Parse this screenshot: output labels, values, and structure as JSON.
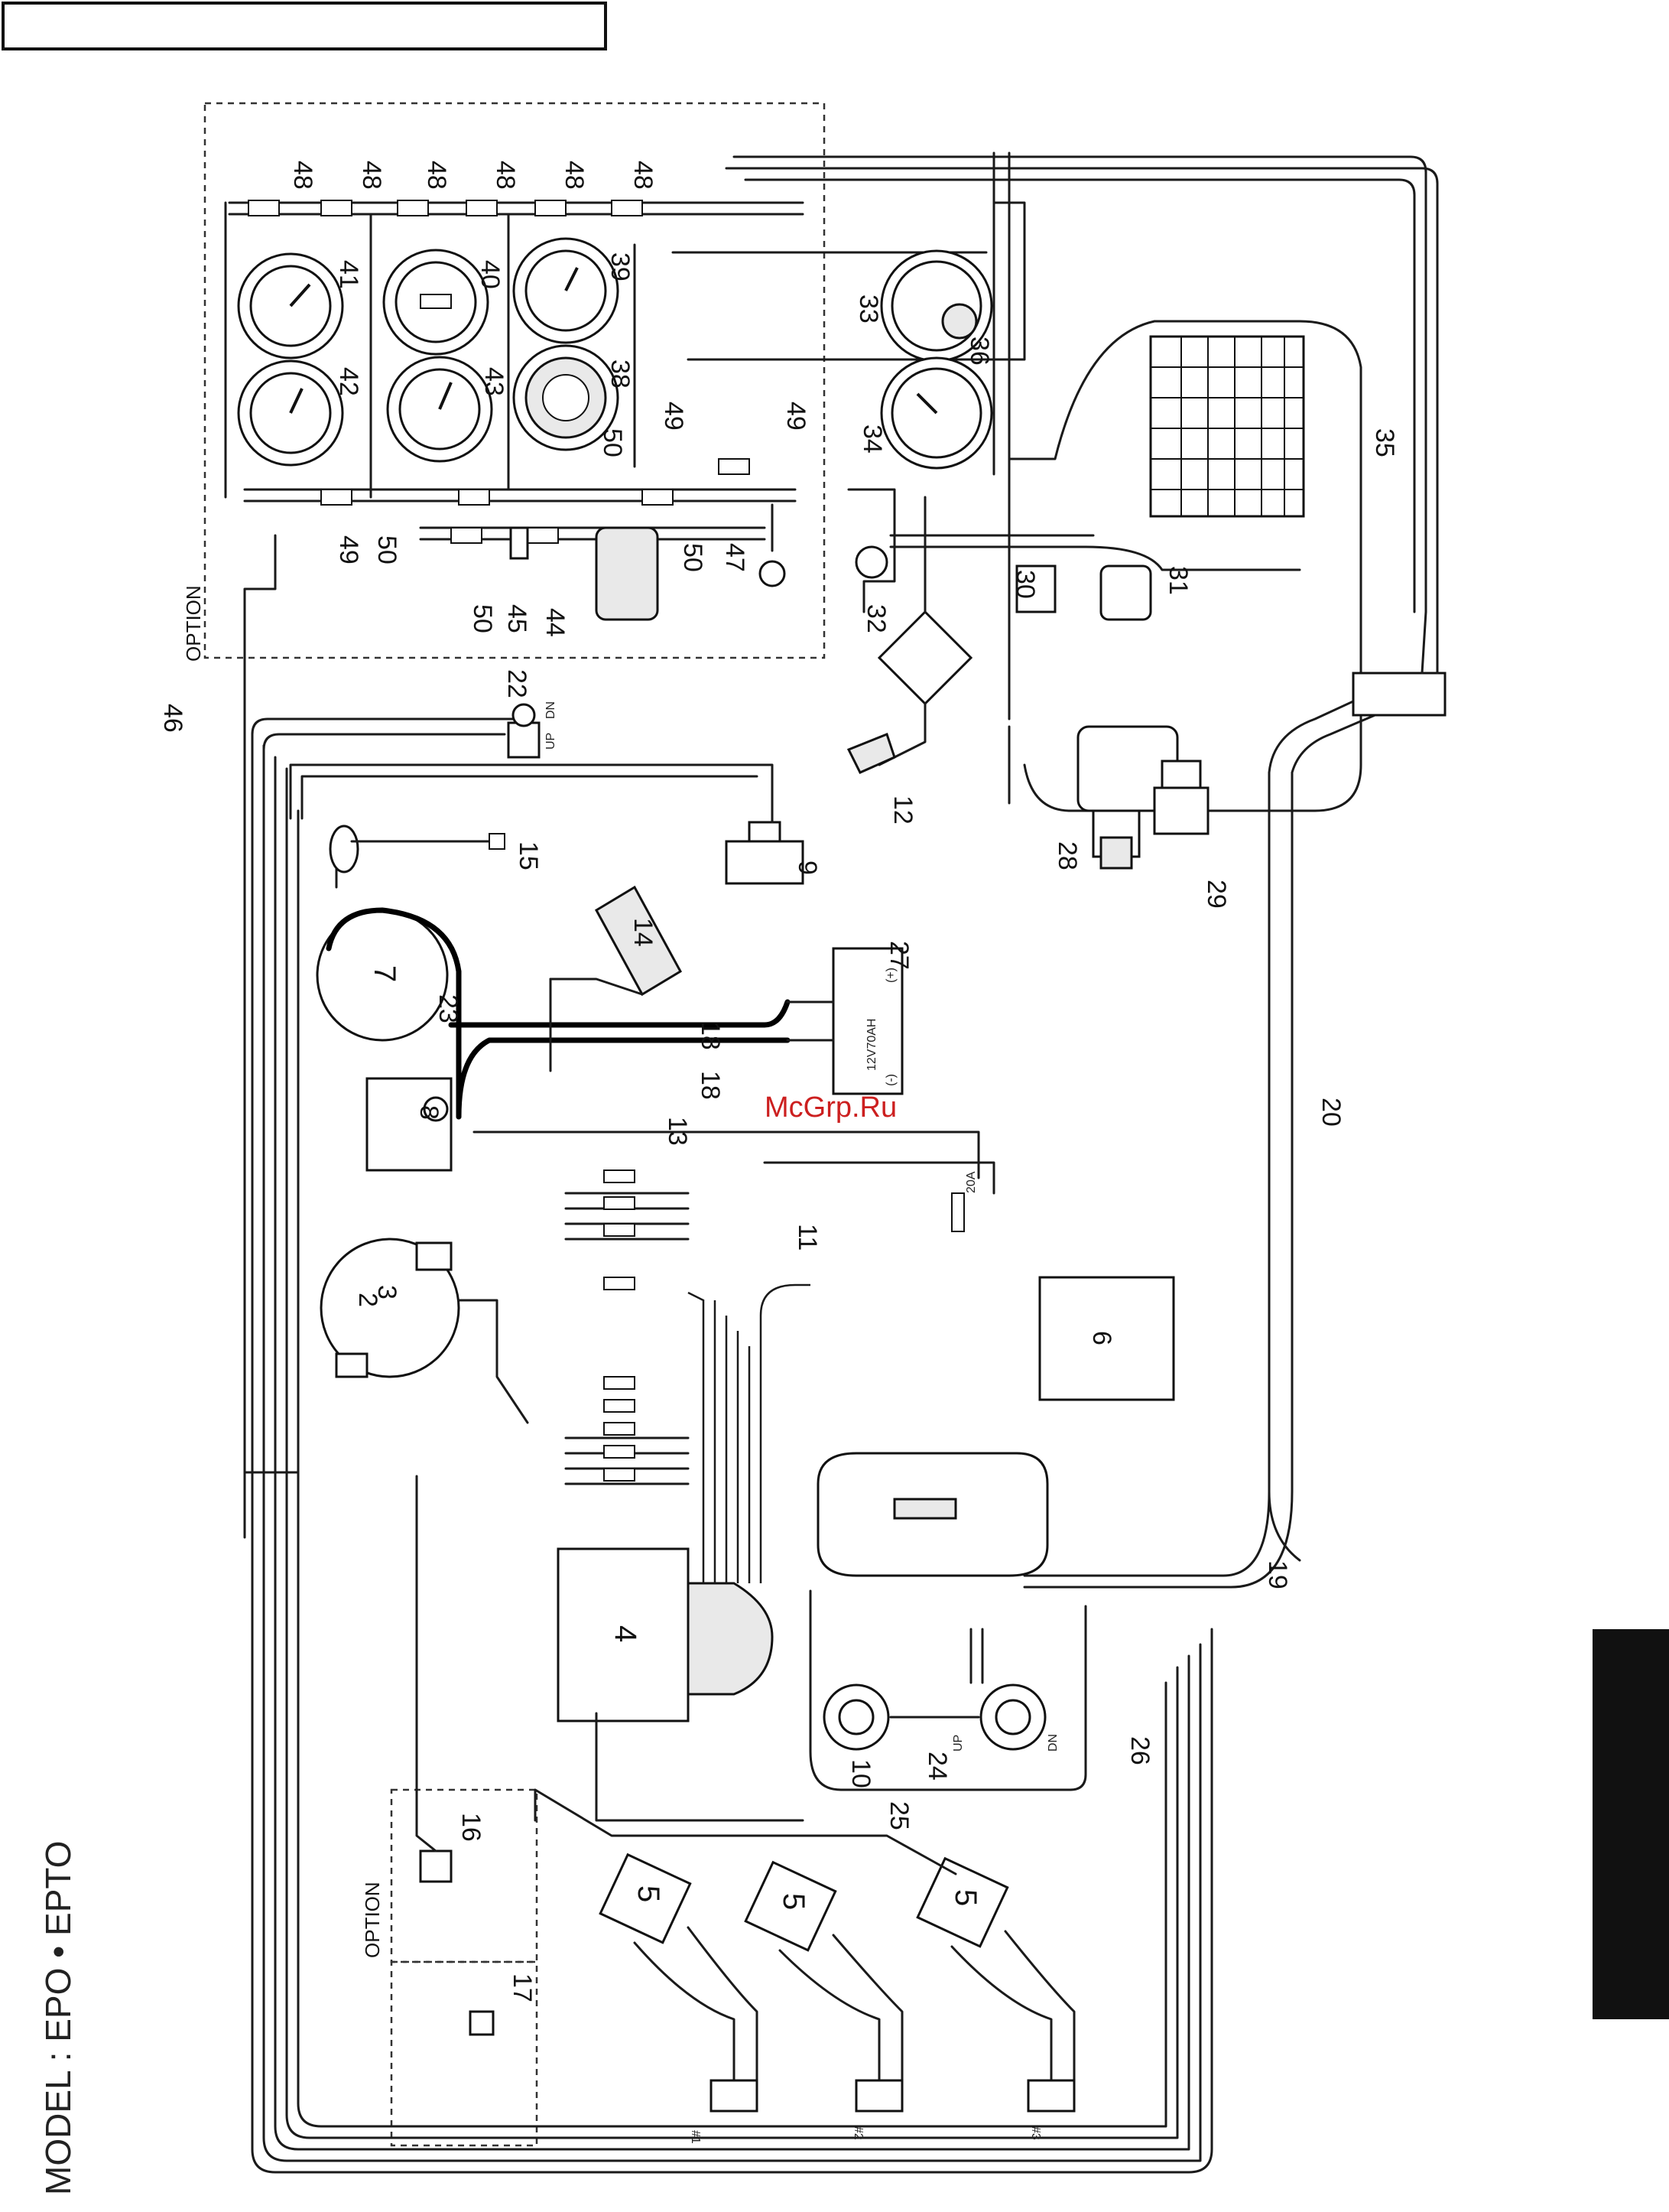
{
  "page": {
    "model_title": "MODEL : EPO • EPTO",
    "watermark": "McGrp.Ru",
    "option_label": "OPTION"
  },
  "battery": {
    "label": "12V70AH",
    "plus": "(+)",
    "minus": "(-)"
  },
  "fuse_label": "20A",
  "switch_labels": {
    "up": "UP",
    "dn": "DN"
  },
  "cylinder_labels": [
    "#1",
    "#2",
    "#3"
  ],
  "callouts": {
    "c2": "2",
    "c3": "3",
    "c4": "4",
    "c5": "5",
    "c6": "6",
    "c7": "7",
    "c8": "8",
    "c9": "9",
    "c10": "10",
    "c11": "11",
    "c12": "12",
    "c13": "13",
    "c14": "14",
    "c15": "15",
    "c16": "16",
    "c17": "17",
    "c18": "18",
    "c19": "19",
    "c20": "20",
    "c22": "22",
    "c23": "23",
    "c24": "24",
    "c25": "25",
    "c26": "26",
    "c27": "27",
    "c28": "28",
    "c29": "29",
    "c30": "30",
    "c31": "31",
    "c32": "32",
    "c33": "33",
    "c34": "34",
    "c35": "35",
    "c36": "36",
    "c38": "38",
    "c39": "39",
    "c40": "40",
    "c41": "41",
    "c42": "42",
    "c43": "43",
    "c44": "44",
    "c45": "45",
    "c46": "46",
    "c47": "47",
    "c48": "48",
    "c49": "49",
    "c50": "50"
  }
}
